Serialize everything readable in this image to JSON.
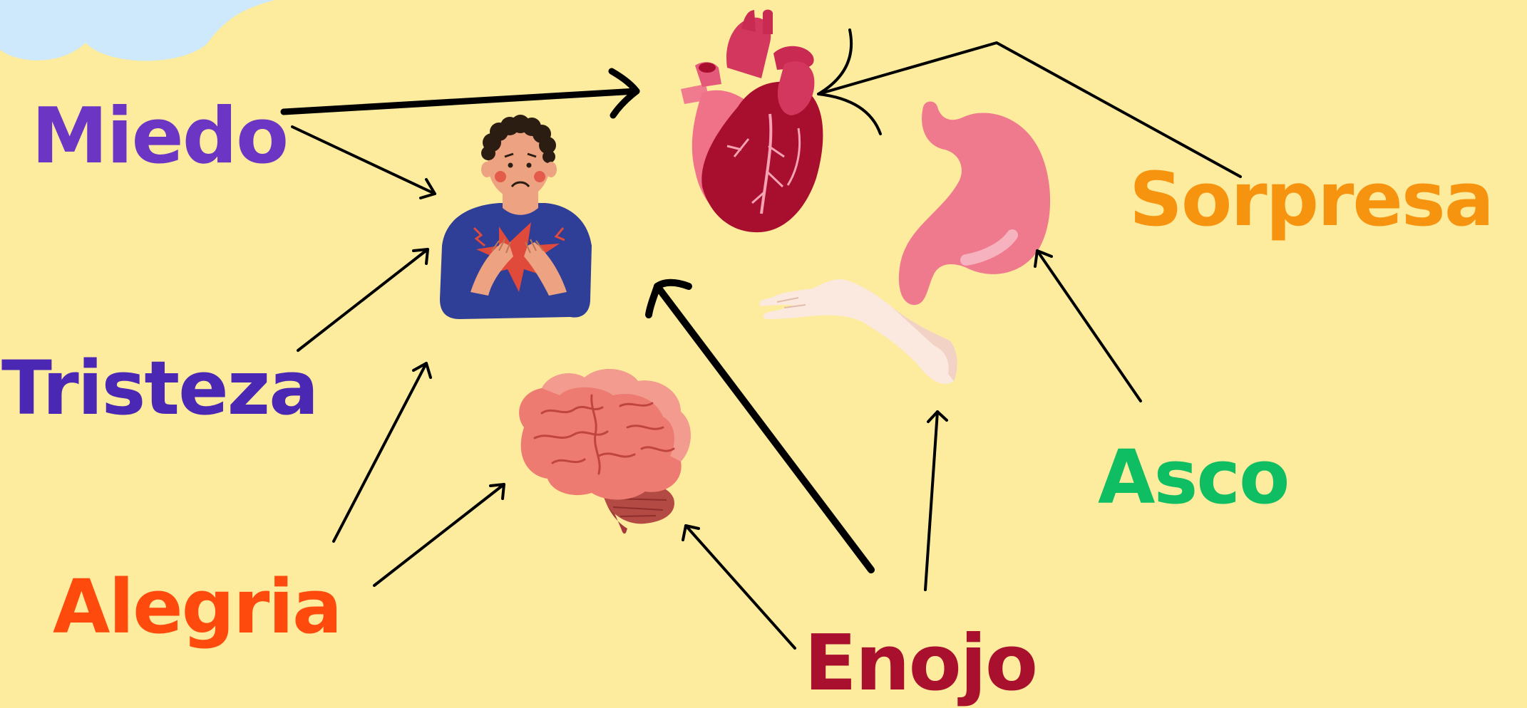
{
  "colors": {
    "background": "#fdeb9e",
    "cloud": "#cde9fb",
    "arrow": "#000000"
  },
  "emotions": {
    "miedo": {
      "label": "Miedo",
      "color": "#6d35c4"
    },
    "tristeza": {
      "label": "Tristeza",
      "color": "#4a28b4"
    },
    "alegria": {
      "label": "Alegria",
      "color": "#ff4a0e"
    },
    "enojo": {
      "label": "Enojo",
      "color": "#a8102e"
    },
    "asco": {
      "label": "Asco",
      "color": "#0fbe63"
    },
    "sorpresa": {
      "label": "Sorpresa",
      "color": "#f7940f"
    }
  },
  "icons": [
    "heart-icon",
    "anxious-person-icon",
    "brain-icon",
    "stomach-icon",
    "hand-icon",
    "cloud-decoration"
  ]
}
